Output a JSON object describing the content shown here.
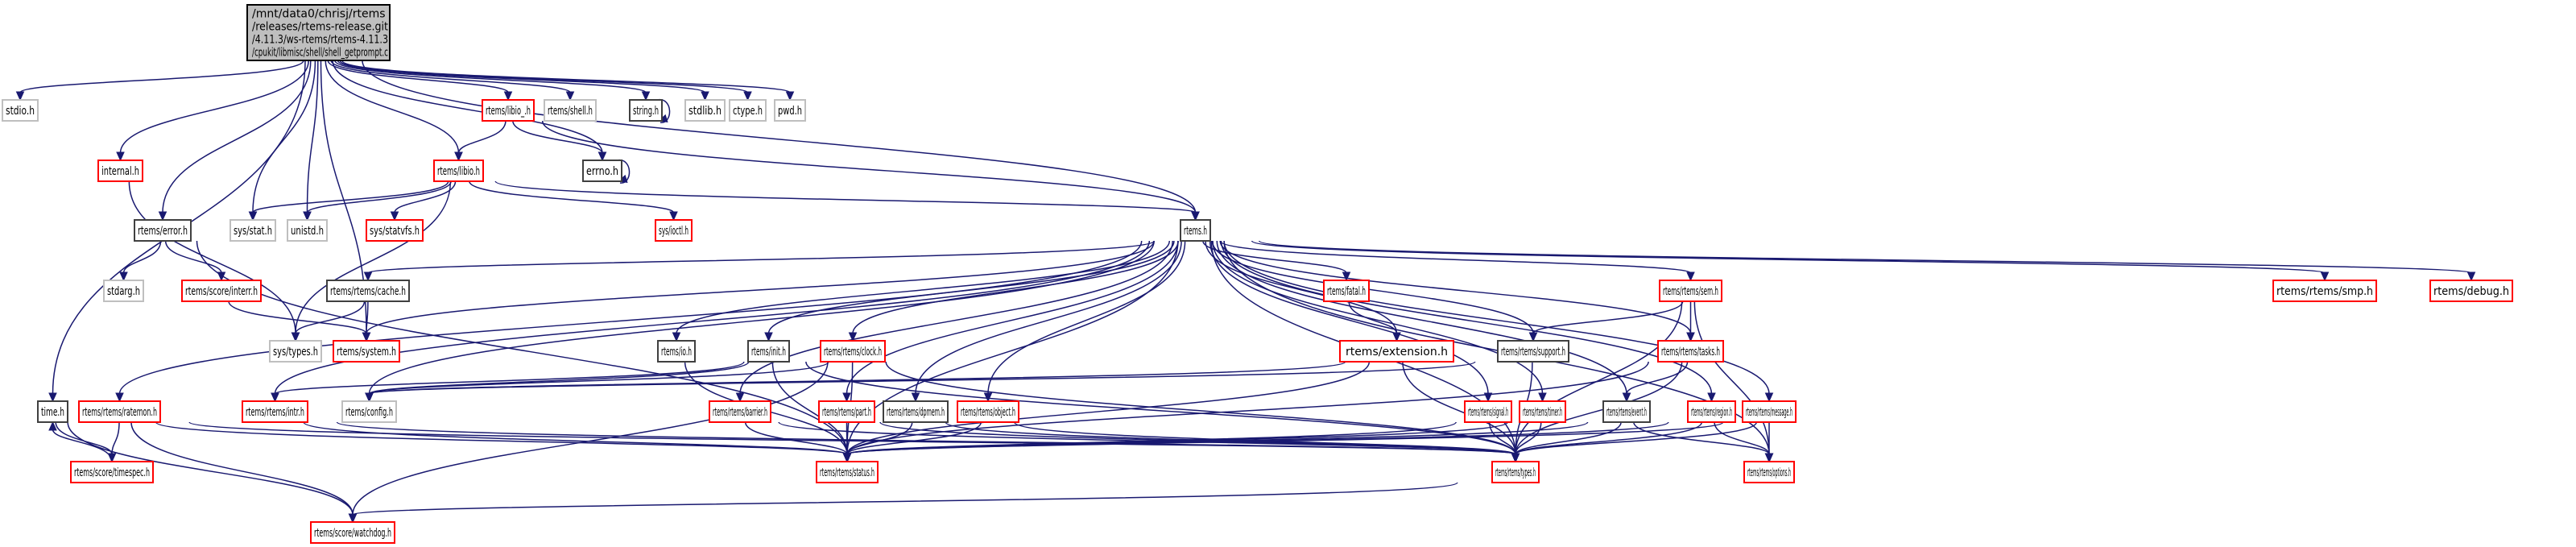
{
  "title": "Include dependency graph for shell_getprompt.c",
  "colors": {
    "edge": "#191970",
    "root_fill": "#bfbfbf",
    "documented_border": "#404040",
    "undocumented_border": "#ff0000",
    "system_border": "#bfbfbf"
  },
  "nodes": [
    {
      "id": "root",
      "label": [
        "/mnt/data0/chrisj/rtems",
        "/releases/rtems-release.git",
        "/4.11.3/ws-rtems/rtems-4.11.3",
        "/cpukit/libmisc/shell/shell_getprompt.c"
      ],
      "kind": "root"
    },
    {
      "id": "stdio",
      "label": [
        "stdio.h"
      ],
      "kind": "system"
    },
    {
      "id": "libio_",
      "label": [
        "rtems/libio_.h"
      ],
      "kind": "undoc"
    },
    {
      "id": "shell",
      "label": [
        "rtems/shell.h"
      ],
      "kind": "system"
    },
    {
      "id": "string",
      "label": [
        "string.h"
      ],
      "kind": "doc"
    },
    {
      "id": "stdlib",
      "label": [
        "stdlib.h"
      ],
      "kind": "system"
    },
    {
      "id": "ctype",
      "label": [
        "ctype.h"
      ],
      "kind": "system"
    },
    {
      "id": "pwd",
      "label": [
        "pwd.h"
      ],
      "kind": "system"
    },
    {
      "id": "internal",
      "label": [
        "internal.h"
      ],
      "kind": "undoc"
    },
    {
      "id": "libio",
      "label": [
        "rtems/libio.h"
      ],
      "kind": "undoc"
    },
    {
      "id": "errno",
      "label": [
        "errno.h"
      ],
      "kind": "doc"
    },
    {
      "id": "error",
      "label": [
        "rtems/error.h"
      ],
      "kind": "doc"
    },
    {
      "id": "sysstat",
      "label": [
        "sys/stat.h"
      ],
      "kind": "system"
    },
    {
      "id": "unistd",
      "label": [
        "unistd.h"
      ],
      "kind": "system"
    },
    {
      "id": "statvfs",
      "label": [
        "sys/statvfs.h"
      ],
      "kind": "undoc"
    },
    {
      "id": "ioctl",
      "label": [
        "sys/ioctl.h"
      ],
      "kind": "undoc"
    },
    {
      "id": "rtems",
      "label": [
        "rtems.h"
      ],
      "kind": "doc"
    },
    {
      "id": "stdarg",
      "label": [
        "stdarg.h"
      ],
      "kind": "system"
    },
    {
      "id": "interr",
      "label": [
        "rtems/score/interr.h"
      ],
      "kind": "undoc"
    },
    {
      "id": "cache",
      "label": [
        "rtems/rtems/cache.h"
      ],
      "kind": "doc"
    },
    {
      "id": "fatal",
      "label": [
        "rtems/fatal.h"
      ],
      "kind": "undoc"
    },
    {
      "id": "sem",
      "label": [
        "rtems/rtems/sem.h"
      ],
      "kind": "undoc"
    },
    {
      "id": "smp",
      "label": [
        "rtems/rtems/smp.h"
      ],
      "kind": "undoc"
    },
    {
      "id": "debug",
      "label": [
        "rtems/debug.h"
      ],
      "kind": "undoc"
    },
    {
      "id": "systypes",
      "label": [
        "sys/types.h"
      ],
      "kind": "system"
    },
    {
      "id": "system",
      "label": [
        "rtems/system.h"
      ],
      "kind": "undoc"
    },
    {
      "id": "io",
      "label": [
        "rtems/io.h"
      ],
      "kind": "doc"
    },
    {
      "id": "init",
      "label": [
        "rtems/init.h"
      ],
      "kind": "doc"
    },
    {
      "id": "clock",
      "label": [
        "rtems/rtems/clock.h"
      ],
      "kind": "undoc"
    },
    {
      "id": "extension",
      "label": [
        "rtems/extension.h"
      ],
      "kind": "undoc"
    },
    {
      "id": "support",
      "label": [
        "rtems/rtems/support.h"
      ],
      "kind": "doc"
    },
    {
      "id": "tasks",
      "label": [
        "rtems/rtems/tasks.h"
      ],
      "kind": "undoc"
    },
    {
      "id": "time",
      "label": [
        "time.h"
      ],
      "kind": "doc"
    },
    {
      "id": "ratemon",
      "label": [
        "rtems/rtems/ratemon.h"
      ],
      "kind": "undoc"
    },
    {
      "id": "intr",
      "label": [
        "rtems/rtems/intr.h"
      ],
      "kind": "undoc"
    },
    {
      "id": "config",
      "label": [
        "rtems/config.h"
      ],
      "kind": "system"
    },
    {
      "id": "barrier",
      "label": [
        "rtems/rtems/barrier.h"
      ],
      "kind": "undoc"
    },
    {
      "id": "part",
      "label": [
        "rtems/rtems/part.h"
      ],
      "kind": "undoc"
    },
    {
      "id": "dpmem",
      "label": [
        "rtems/rtems/dpmem.h"
      ],
      "kind": "doc"
    },
    {
      "id": "object",
      "label": [
        "rtems/rtems/object.h"
      ],
      "kind": "undoc"
    },
    {
      "id": "signal",
      "label": [
        "rtems/rtems/signal.h"
      ],
      "kind": "undoc"
    },
    {
      "id": "timer",
      "label": [
        "rtems/rtems/timer.h"
      ],
      "kind": "undoc"
    },
    {
      "id": "event",
      "label": [
        "rtems/rtems/event.h"
      ],
      "kind": "doc"
    },
    {
      "id": "region",
      "label": [
        "rtems/rtems/region.h"
      ],
      "kind": "undoc"
    },
    {
      "id": "message",
      "label": [
        "rtems/rtems/message.h"
      ],
      "kind": "undoc"
    },
    {
      "id": "timespec",
      "label": [
        "rtems/score/timespec.h"
      ],
      "kind": "undoc"
    },
    {
      "id": "status",
      "label": [
        "rtems/rtems/status.h"
      ],
      "kind": "undoc"
    },
    {
      "id": "types",
      "label": [
        "rtems/rtems/types.h"
      ],
      "kind": "undoc"
    },
    {
      "id": "options",
      "label": [
        "rtems/rtems/options.h"
      ],
      "kind": "undoc"
    },
    {
      "id": "watchdog",
      "label": [
        "rtems/score/watchdog.h"
      ],
      "kind": "undoc"
    }
  ],
  "edges": [
    [
      "root",
      "stdio"
    ],
    [
      "root",
      "libio_"
    ],
    [
      "root",
      "shell"
    ],
    [
      "root",
      "string"
    ],
    [
      "root",
      "stdlib"
    ],
    [
      "root",
      "ctype"
    ],
    [
      "root",
      "pwd"
    ],
    [
      "root",
      "internal"
    ],
    [
      "root",
      "libio"
    ],
    [
      "root",
      "errno"
    ],
    [
      "root",
      "error"
    ],
    [
      "root",
      "sysstat"
    ],
    [
      "root",
      "unistd"
    ],
    [
      "root",
      "rtems"
    ],
    [
      "root",
      "time"
    ],
    [
      "root",
      "system"
    ],
    [
      "string",
      "string"
    ],
    [
      "errno",
      "errno"
    ],
    [
      "libio_",
      "libio"
    ],
    [
      "libio_",
      "errno"
    ],
    [
      "libio_",
      "rtems"
    ],
    [
      "libio",
      "sysstat"
    ],
    [
      "libio",
      "unistd"
    ],
    [
      "libio",
      "statvfs"
    ],
    [
      "libio",
      "ioctl"
    ],
    [
      "libio",
      "rtems"
    ],
    [
      "libio",
      "systypes"
    ],
    [
      "internal",
      "systypes"
    ],
    [
      "error",
      "stdarg"
    ],
    [
      "error",
      "interr"
    ],
    [
      "error",
      "status"
    ],
    [
      "interr",
      "system"
    ],
    [
      "cache",
      "systypes"
    ],
    [
      "cache",
      "system"
    ],
    [
      "rtems",
      "cache"
    ],
    [
      "rtems",
      "system"
    ],
    [
      "rtems",
      "io"
    ],
    [
      "rtems",
      "init"
    ],
    [
      "rtems",
      "clock"
    ],
    [
      "rtems",
      "fatal"
    ],
    [
      "rtems",
      "extension"
    ],
    [
      "rtems",
      "support"
    ],
    [
      "rtems",
      "sem"
    ],
    [
      "rtems",
      "tasks"
    ],
    [
      "rtems",
      "smp"
    ],
    [
      "rtems",
      "debug"
    ],
    [
      "rtems",
      "ratemon"
    ],
    [
      "rtems",
      "intr"
    ],
    [
      "rtems",
      "config"
    ],
    [
      "rtems",
      "barrier"
    ],
    [
      "rtems",
      "part"
    ],
    [
      "rtems",
      "dpmem"
    ],
    [
      "rtems",
      "object"
    ],
    [
      "rtems",
      "signal"
    ],
    [
      "rtems",
      "timer"
    ],
    [
      "rtems",
      "event"
    ],
    [
      "rtems",
      "region"
    ],
    [
      "rtems",
      "message"
    ],
    [
      "rtems",
      "status"
    ],
    [
      "rtems",
      "types"
    ],
    [
      "rtems",
      "options"
    ],
    [
      "fatal",
      "extension"
    ],
    [
      "sem",
      "support"
    ],
    [
      "sem",
      "tasks"
    ],
    [
      "sem",
      "types"
    ],
    [
      "sem",
      "options"
    ],
    [
      "tasks",
      "event"
    ],
    [
      "tasks",
      "types"
    ],
    [
      "tasks",
      "status"
    ],
    [
      "io",
      "status"
    ],
    [
      "init",
      "config"
    ],
    [
      "init",
      "status"
    ],
    [
      "init",
      "types"
    ],
    [
      "init",
      "intr"
    ],
    [
      "clock",
      "config"
    ],
    [
      "clock",
      "status"
    ],
    [
      "clock",
      "watchdog"
    ],
    [
      "clock",
      "types"
    ],
    [
      "extension",
      "config"
    ],
    [
      "extension",
      "status"
    ],
    [
      "extension",
      "types"
    ],
    [
      "support",
      "config"
    ],
    [
      "support",
      "types"
    ],
    [
      "time",
      "timespec"
    ],
    [
      "timespec",
      "time"
    ],
    [
      "time",
      "watchdog"
    ],
    [
      "ratemon",
      "timespec"
    ],
    [
      "ratemon",
      "watchdog"
    ],
    [
      "ratemon",
      "status"
    ],
    [
      "ratemon",
      "types"
    ],
    [
      "intr",
      "status"
    ],
    [
      "intr",
      "types"
    ],
    [
      "barrier",
      "status"
    ],
    [
      "barrier",
      "types"
    ],
    [
      "part",
      "status"
    ],
    [
      "part",
      "types"
    ],
    [
      "dpmem",
      "status"
    ],
    [
      "dpmem",
      "types"
    ],
    [
      "object",
      "status"
    ],
    [
      "object",
      "types"
    ],
    [
      "signal",
      "status"
    ],
    [
      "signal",
      "types"
    ],
    [
      "timer",
      "status"
    ],
    [
      "timer",
      "types"
    ],
    [
      "event",
      "status"
    ],
    [
      "event",
      "types"
    ],
    [
      "event",
      "options"
    ],
    [
      "region",
      "status"
    ],
    [
      "region",
      "types"
    ],
    [
      "region",
      "options"
    ],
    [
      "message",
      "status"
    ],
    [
      "message",
      "types"
    ],
    [
      "message",
      "options"
    ],
    [
      "types",
      "watchdog"
    ]
  ]
}
